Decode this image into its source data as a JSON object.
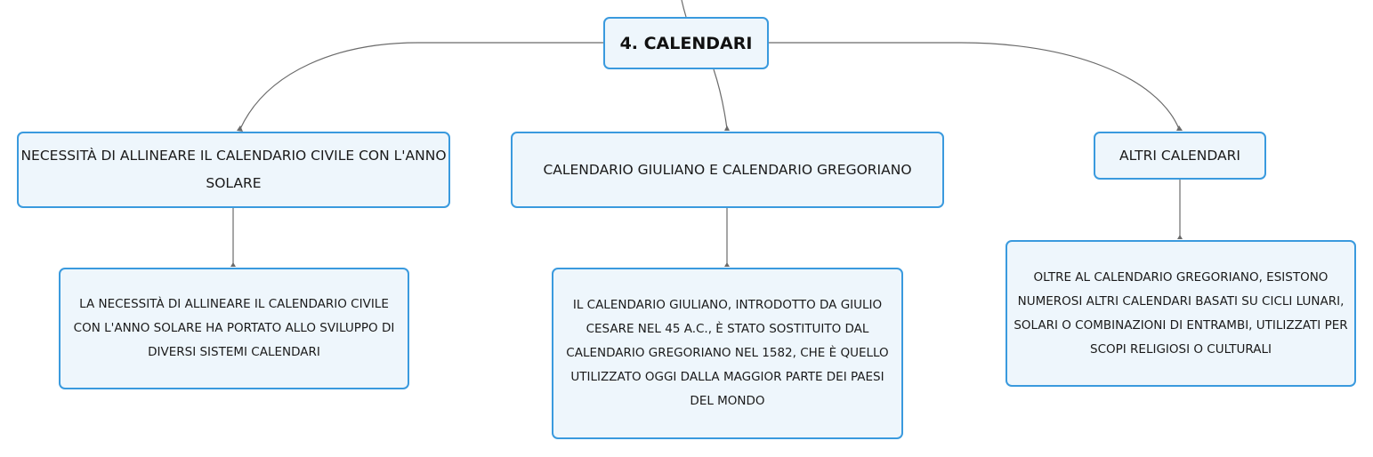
{
  "map": {
    "root": {
      "label": "4. CALENDARI"
    },
    "branches": [
      {
        "label": "NECESSITÀ DI ALLINEARE IL CALENDARIO CIVILE CON L'ANNO SOLARE",
        "detail": "LA NECESSITÀ DI ALLINEARE IL CALENDARIO CIVILE CON L'ANNO SOLARE HA PORTATO ALLO SVILUPPO DI DIVERSI SISTEMI CALENDARI"
      },
      {
        "label": "CALENDARIO GIULIANO E CALENDARIO GREGORIANO",
        "detail": "IL CALENDARIO GIULIANO, INTRODOTTO DA GIULIO CESARE NEL 45 A.C., È STATO SOSTITUITO DAL CALENDARIO GREGORIANO NEL 1582, CHE È QUELLO UTILIZZATO OGGI DALLA MAGGIOR PARTE DEI PAESI DEL MONDO"
      },
      {
        "label": "ALTRI CALENDARI",
        "detail": "OLTRE AL CALENDARIO GREGORIANO, ESISTONO NUMEROSI ALTRI CALENDARI BASATI SU CICLI LUNARI, SOLARI O COMBINAZIONI DI ENTRAMBI, UTILIZZATI PER SCOPI RELIGIOSI O CULTURALI"
      }
    ]
  },
  "colors": {
    "node_border": "#3a9ade",
    "node_fill": "#eef6fc",
    "connector": "#6b6b6b"
  }
}
